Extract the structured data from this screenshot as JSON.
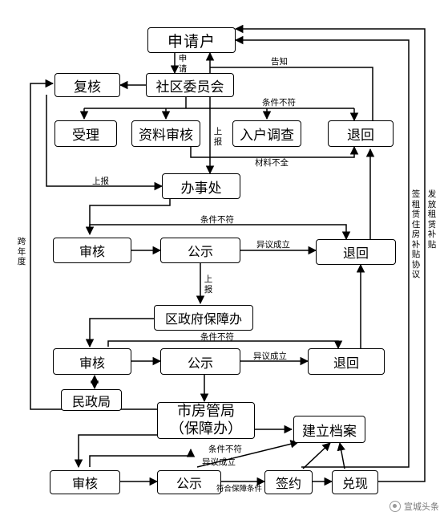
{
  "nodes": {
    "applicant": "申请户",
    "review_top": "复核",
    "committee": "社区委员会",
    "accept": "受理",
    "doc_review": "资料审核",
    "home_survey": "入户调查",
    "return_1": "退回",
    "office": "办事处",
    "audit_1": "审核",
    "publicize_1": "公示",
    "return_2": "退回",
    "district_bureau": "区政府保障办",
    "audit_2": "审核",
    "publicize_2": "公示",
    "return_3": "退回",
    "civil_affairs": "民政局",
    "city_bureau_line1": "市房管局",
    "city_bureau_line2": "（保障办）",
    "archive": "建立档案",
    "audit_3": "审核",
    "publicize_3": "公示",
    "sign": "签约",
    "cash": "兑现"
  },
  "labels": {
    "apply": "申请",
    "inform": "告知",
    "not_qualified": "条件不符",
    "report": "上报",
    "materials_incomplete": "材料不全",
    "objection_upheld": "异议成立",
    "cross_year": "跨年度",
    "sign_agreement": "签租赁住房补贴协议",
    "issue_subsidy": "发放租赁补贴",
    "meets_conditions": "符合保障条件"
  },
  "watermark": "宣城头条"
}
